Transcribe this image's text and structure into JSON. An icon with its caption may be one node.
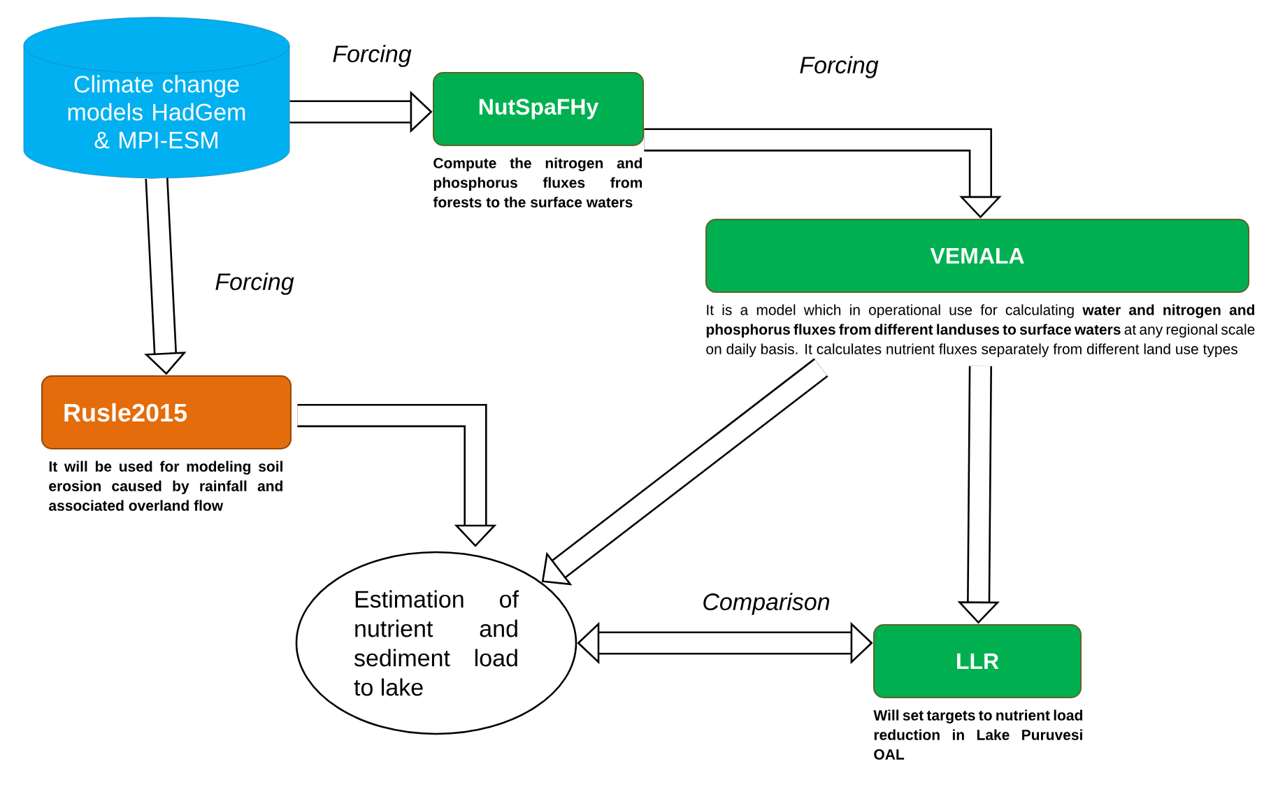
{
  "diagram": {
    "nodes": [
      {
        "text": [
          "Climate change models HadGem & MPI-ESM"
        ]
      },
      {
        "text": [
          "NutSpaFHy"
        ],
        "beside": [
          "Compute the nitrogen and phosphorus fluxes from forests to the surface waters"
        ]
      },
      {
        "text": [
          "VEMALA"
        ],
        "beside": [
          "It is a model which in operational use for calculating **water and nitrogen and phosphorus fluxes from different landuses to surface waters** at any regional scale on daily basis. It calculates nutrient fluxes separately from different land use types"
        ]
      },
      {
        "text": [
          "Rusle2015"
        ],
        "beside": [
          "It will be used for modeling soil erosion caused by rainfall and associated overland flow"
        ]
      },
      {
        "text": [
          "Estimation of nutrient and sediment load to lake"
        ]
      },
      {
        "text": [
          "LLR"
        ],
        "beside": [
          "Will set targets to nutrient load reduction in Lake Puruvesi OAL"
        ]
      }
    ],
    "edges": [
      {
        "from": 0,
        "to": 1,
        "arrow": "to",
        "label": "Forcing"
      },
      {
        "from": 1,
        "to": 2,
        "arrow": "to",
        "label": "Forcing"
      },
      {
        "from": 0,
        "to": 3,
        "arrow": "to",
        "label": "Forcing"
      },
      {
        "from": 3,
        "to": 4,
        "arrow": "to"
      },
      {
        "from": 2,
        "to": 4,
        "arrow": "to"
      },
      {
        "from": 2,
        "to": 5,
        "arrow": "to"
      },
      {
        "from": 4,
        "to": 5,
        "arrow": "both",
        "label": "Comparison"
      }
    ]
  }
}
